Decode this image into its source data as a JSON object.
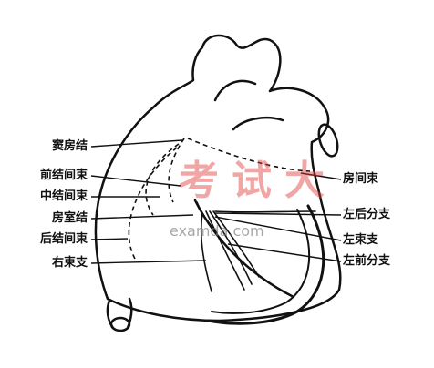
{
  "labels_left": [
    {
      "id": "sa_node",
      "text": "窦房结"
    },
    {
      "id": "anterior_internodal",
      "text": "前结间束"
    },
    {
      "id": "middle_internodal",
      "text": "中结间束"
    },
    {
      "id": "av_node",
      "text": "房室结"
    },
    {
      "id": "posterior_internodal",
      "text": "后结间束"
    },
    {
      "id": "right_bundle",
      "text": "右束支"
    }
  ],
  "labels_right": [
    {
      "id": "interatrial_bundle",
      "text": "房间束"
    },
    {
      "id": "left_posterior_fascicle",
      "text": "左后分支"
    },
    {
      "id": "left_bundle",
      "text": "左束支"
    },
    {
      "id": "left_anterior_fascicle",
      "text": "左前分支"
    }
  ],
  "watermark": {
    "characters": "考试大",
    "url": "examda.com",
    "color": "#e23b3b"
  }
}
